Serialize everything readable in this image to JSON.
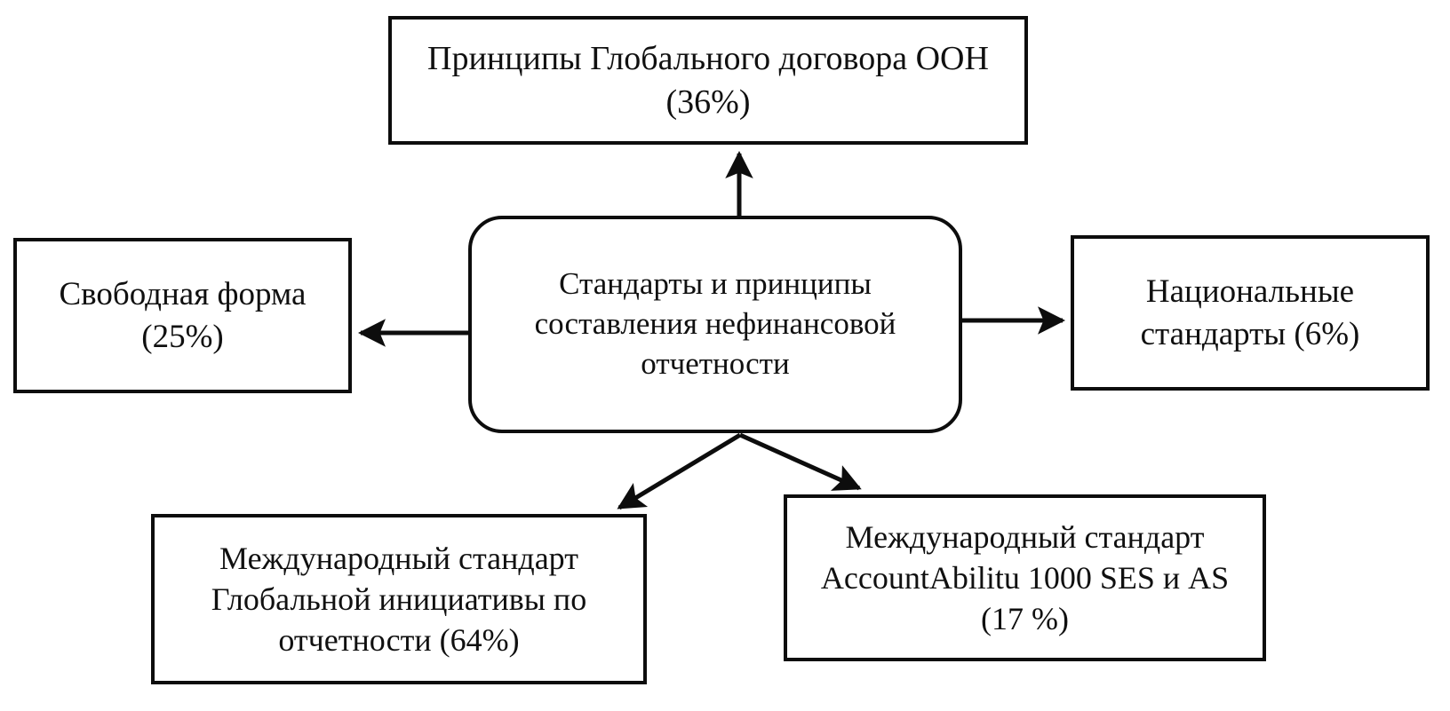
{
  "diagram": {
    "title": "Стандарты и принципы составления нефинансовой отчетности",
    "stroke_color": "#0d0d0d",
    "background_color": "#ffffff",
    "nodes": {
      "center": {
        "id": "center",
        "text": "Стандарты и принципы составления нефинансовой отчетности",
        "shape": "rounded-rectangle"
      },
      "top": {
        "id": "top",
        "text": "Принципы Глобального договора ООН (36%)",
        "shape": "rectangle",
        "percent": "36%"
      },
      "left": {
        "id": "left",
        "text": "Свободная форма (25%)",
        "shape": "rectangle",
        "percent": "25%"
      },
      "right": {
        "id": "right",
        "text": "Национальные стандарты (6%)",
        "shape": "rectangle",
        "percent": "6%"
      },
      "bottom_left": {
        "id": "bottom_left",
        "text": "Международный стандарт Глобальной инициативы по отчетности (64%)",
        "shape": "rectangle",
        "percent": "64%"
      },
      "bottom_right": {
        "id": "bottom_right",
        "text": "Международный стандарт AccountAbilitu 1000 SES и AS (17 %)",
        "shape": "rectangle",
        "percent": "17 %"
      }
    },
    "edges": [
      {
        "from": "center",
        "to": "top",
        "style": "solid-arrow",
        "direction": "up"
      },
      {
        "from": "center",
        "to": "left",
        "style": "solid-arrow",
        "direction": "left"
      },
      {
        "from": "center",
        "to": "right",
        "style": "solid-arrow",
        "direction": "right"
      },
      {
        "from": "center",
        "to": "bottom_left",
        "style": "solid-arrow",
        "direction": "down-left"
      },
      {
        "from": "center",
        "to": "bottom_right",
        "style": "solid-arrow",
        "direction": "down-right"
      }
    ]
  }
}
